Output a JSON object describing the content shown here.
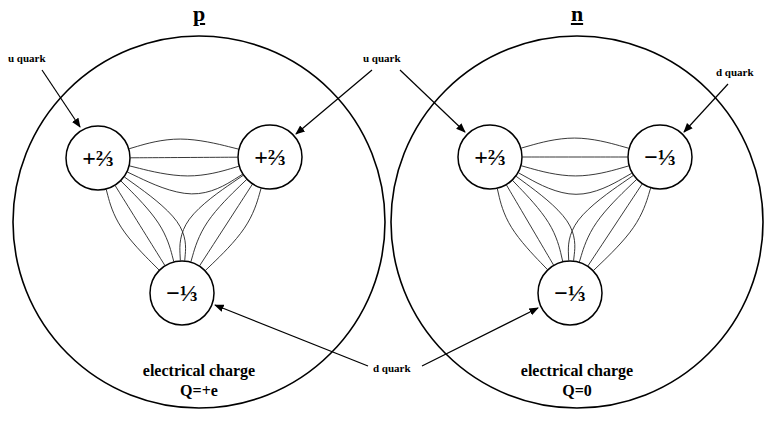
{
  "diagram": {
    "nodes": [
      {
        "text": [
          "p",
          "electrical charge",
          "Q=+e"
        ]
      },
      {
        "text": [
          "+⅔"
        ],
        "in": 0
      },
      {
        "text": [
          "+⅔"
        ],
        "in": 0
      },
      {
        "text": [
          "−⅓"
        ],
        "in": 0
      },
      {
        "text": [
          "n",
          "electrical charge",
          "Q=0"
        ]
      },
      {
        "text": [
          "+⅔"
        ],
        "in": 4
      },
      {
        "text": [
          "−⅓"
        ],
        "in": 4
      },
      {
        "text": [
          "−⅓"
        ],
        "in": 4
      }
    ],
    "edges": [
      {
        "from": 1,
        "to": 2,
        "arrow": "none"
      },
      {
        "from": 1,
        "to": 3,
        "arrow": "none"
      },
      {
        "from": 2,
        "to": 3,
        "arrow": "none"
      },
      {
        "from": 5,
        "to": 6,
        "arrow": "none"
      },
      {
        "from": 5,
        "to": 7,
        "arrow": "none"
      },
      {
        "from": 6,
        "to": 7,
        "arrow": "none"
      }
    ],
    "labels": [
      "u quark",
      "u quark",
      "d quark",
      "d quark"
    ]
  }
}
